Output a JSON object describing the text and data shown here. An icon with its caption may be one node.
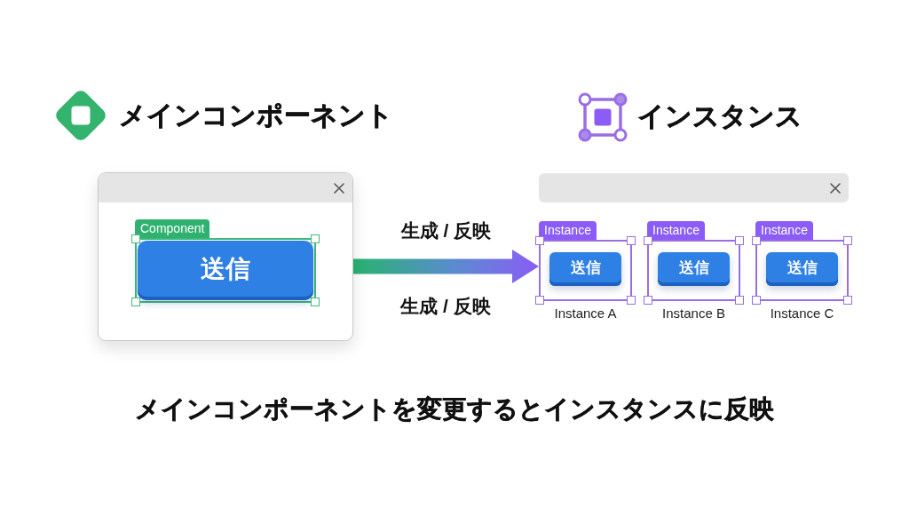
{
  "diagram": {
    "caption": "メインコンポーネントを変更するとインスタンスに反映",
    "nodes": [
      {
        "text": [],
        "shape": "box"
      },
      {
        "text": [
          "Component"
        ],
        "in": 0
      },
      {
        "text": [
          "送信"
        ],
        "in": 1
      },
      {
        "text": [
          "Instance"
        ],
        "beside": [
          "Instance A"
        ]
      },
      {
        "text": [
          "送信"
        ],
        "in": 3
      },
      {
        "text": [
          "Instance"
        ],
        "beside": [
          "Instance B"
        ]
      },
      {
        "text": [
          "送信"
        ],
        "in": 5
      },
      {
        "text": [
          "Instance"
        ],
        "beside": [
          "Instance C"
        ]
      },
      {
        "text": [
          "送信"
        ],
        "in": 7
      }
    ],
    "edges": [
      {
        "from": 0,
        "to": 3,
        "arrow": "to",
        "label": "生成 / 反映"
      }
    ],
    "labels": [
      "メインコンポーネント",
      "インスタンス",
      "生成 / 反映"
    ]
  }
}
